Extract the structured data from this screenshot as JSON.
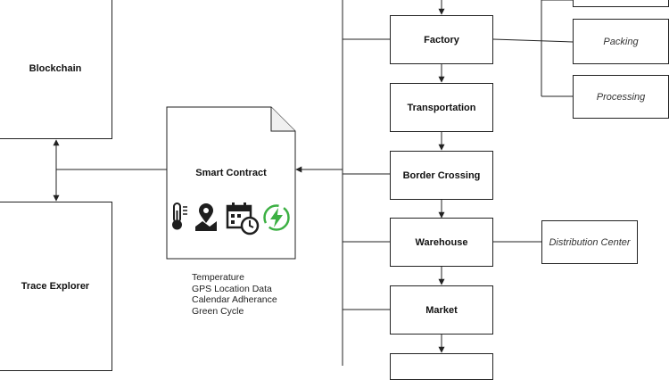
{
  "diagram": {
    "left_nodes": {
      "blockchain": "Blockchain",
      "trace_explorer": "Trace Explorer"
    },
    "smart_contract": {
      "title": "Smart Contract",
      "icons": [
        "thermometer-icon",
        "map-pin-icon",
        "calendar-clock-icon",
        "green-bolt-icon"
      ],
      "notes": [
        "Temperature",
        "GPS Location Data",
        "Calendar Adherance",
        "Green Cycle"
      ]
    },
    "stages": [
      "Factory",
      "Transportation",
      "Border Crossing",
      "Warehouse",
      "Market"
    ],
    "branches": {
      "packing": "Packing",
      "processing": "Processing",
      "distribution_center": "Distribution Center"
    },
    "colors": {
      "line": "#222222",
      "green_icon": "#3cb043",
      "icon_dark": "#1e1e1e"
    }
  }
}
